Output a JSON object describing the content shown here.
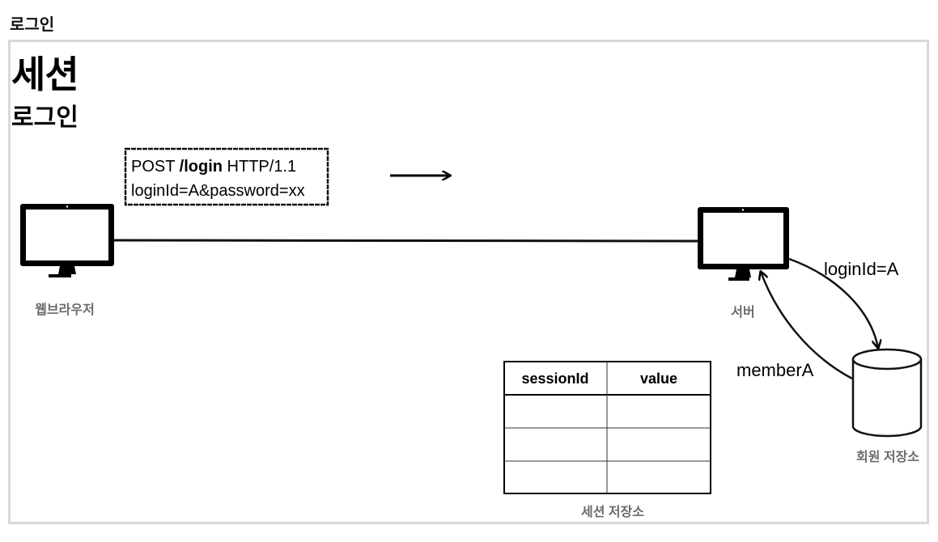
{
  "page_heading": "로그인",
  "slide": {
    "title": "세션",
    "subtitle": "로그인",
    "request": {
      "line1_method": "POST",
      "line1_path": "/login",
      "line1_version": "HTTP/1.1",
      "line2": "loginId=A&password=xx"
    },
    "browser_label": "웹브라우저",
    "server_label": "서버",
    "member_store_label": "회원 저장소",
    "to_store_label": "loginId=A",
    "from_store_label": "memberA",
    "session_store": {
      "label": "세션 저장소",
      "columns": [
        "sessionId",
        "value"
      ],
      "rows": [
        [
          "",
          ""
        ],
        [
          "",
          ""
        ],
        [
          "",
          ""
        ]
      ]
    }
  }
}
